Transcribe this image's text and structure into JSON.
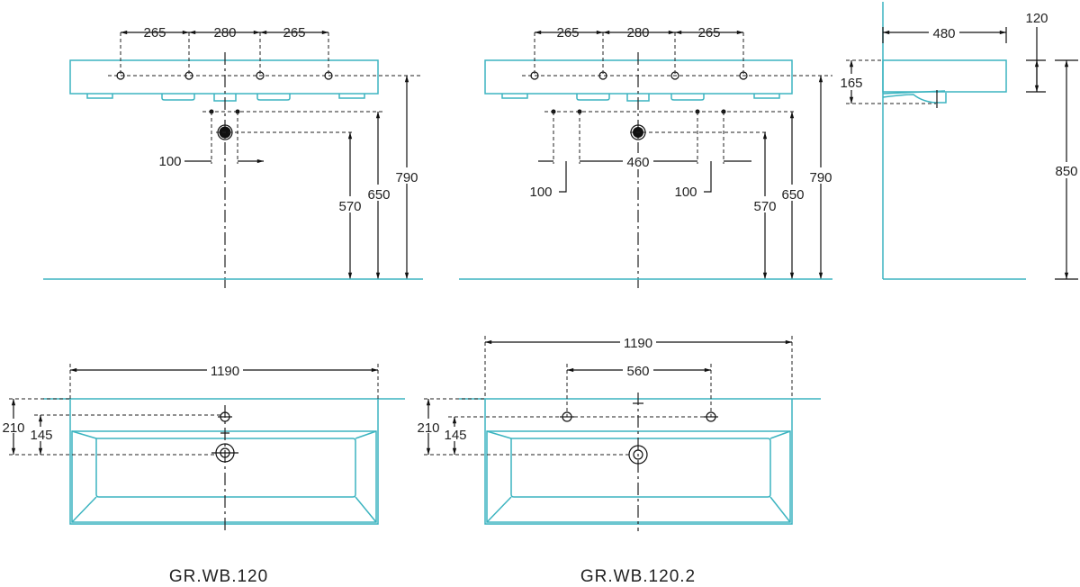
{
  "front_single": {
    "spacing": [
      "265",
      "280",
      "265"
    ],
    "tap_offset": "100",
    "heights": [
      "570",
      "650",
      "790"
    ]
  },
  "front_double": {
    "spacing": [
      "265",
      "280",
      "265"
    ],
    "tap_offset_left": "100",
    "tap_offset_right": "100",
    "tap_span": "460",
    "heights": [
      "570",
      "650",
      "790"
    ]
  },
  "side": {
    "depth": "480",
    "thickness": "120",
    "drain_depth": "165",
    "height": "850"
  },
  "top_single": {
    "width": "1190",
    "wall_to_drain": "210",
    "hole_to_drain": "145",
    "model": "GR.WB.120"
  },
  "top_double": {
    "width": "1190",
    "hole_span": "560",
    "wall_to_drain": "210",
    "hole_to_drain": "145",
    "model": "GR.WB.120.2"
  },
  "colors": {
    "outline": "#3cb4c0",
    "dimension": "#111111"
  }
}
